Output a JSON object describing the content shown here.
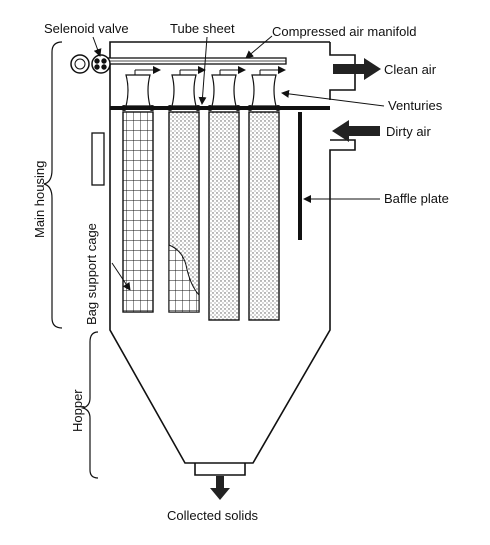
{
  "labels": {
    "selenoid_valve": "Selenoid valve",
    "tube_sheet": "Tube sheet",
    "compressed_air_manifold": "Compressed air manifold",
    "clean_air": "Clean air",
    "venturies": "Venturies",
    "dirty_air": "Dirty air",
    "baffle_plate": "Baffle plate",
    "main_housing": "Main housing",
    "bag_support_cage": "Bag support cage",
    "hopper": "Hopper",
    "collected_solids": "Collected solids"
  },
  "colors": {
    "line": "#111111",
    "arrow": "#222222",
    "stipple": "#555555",
    "background": "#ffffff"
  }
}
